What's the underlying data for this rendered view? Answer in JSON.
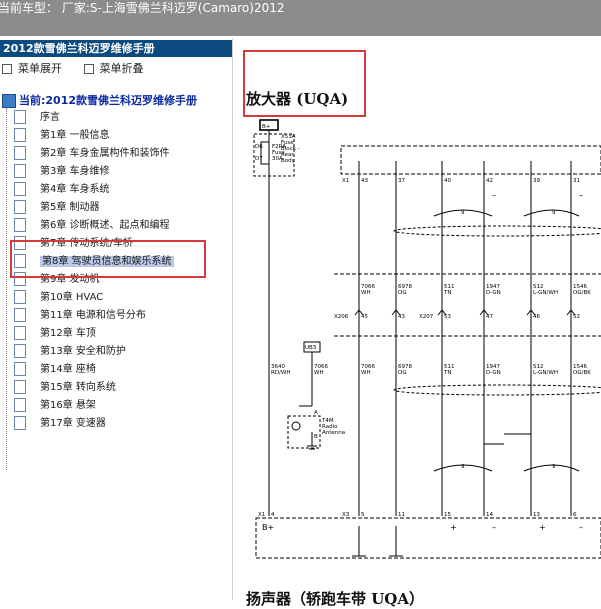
{
  "topbar": {
    "text": "当前车型：  厂家:S-上海雪佛兰科迈罗(Camaro)2012"
  },
  "sidebar": {
    "title": "2012款雪佛兰科迈罗维修手册",
    "expand_label": "菜单展开",
    "collapse_label": "菜单折叠",
    "current_label": "当前:2012款雪佛兰科迈罗维修手册",
    "items": [
      {
        "label": "序言"
      },
      {
        "label": "第1章 一般信息"
      },
      {
        "label": "第2章 车身金属构件和装饰件"
      },
      {
        "label": "第3章 车身维修"
      },
      {
        "label": "第4章 车身系统"
      },
      {
        "label": "第5章 制动器"
      },
      {
        "label": "第6章 诊断概述、起点和编程"
      },
      {
        "label": "第7章 传动系统/车桥"
      },
      {
        "label": "第8章 驾驶员信息和娱乐系统"
      },
      {
        "label": "第9章 发动机"
      },
      {
        "label": "第10章 HVAC"
      },
      {
        "label": "第11章 电源和信号分布"
      },
      {
        "label": "第12章 车顶"
      },
      {
        "label": "第13章 安全和防护"
      },
      {
        "label": "第14章 座椅"
      },
      {
        "label": "第15章 转向系统"
      },
      {
        "label": "第16章 悬架"
      },
      {
        "label": "第17章 变速器"
      }
    ],
    "selected_index": 8
  },
  "content": {
    "heading": "放大器 (UQA)",
    "heading2": "扬声器（轿跑车带 UQA）",
    "diagram": {
      "bplus": "B+",
      "fuse_block": [
        "X53A",
        "Fuse",
        "Block -",
        "Rear",
        "Body"
      ],
      "fuse_pins": [
        "D6",
        "D7"
      ],
      "fuse_text": [
        "F2RA",
        "Fuse",
        "30A"
      ],
      "conn_x1": "X1",
      "conn_x3": "X3",
      "conn_x206": "X206",
      "conn_x207": "X207",
      "top_pins": [
        "43",
        "37",
        "40",
        "42",
        "39",
        "31"
      ],
      "wire_labels_top": [
        {
          "num": "7066",
          "color": "WH"
        },
        {
          "num": "6978",
          "color": "OG"
        },
        {
          "num": "511",
          "color": "TN"
        },
        {
          "num": "1947",
          "color": "D-GN"
        },
        {
          "num": "512",
          "color": "L-GN/WH"
        },
        {
          "num": "1546",
          "color": "OG/BK"
        }
      ],
      "mid_pins": [
        "45",
        "43",
        "53",
        "47",
        "46",
        "52"
      ],
      "wire_left": {
        "num": "3640",
        "color": "RD/WH"
      },
      "ub3": "UB3",
      "antenna": [
        "T4M",
        "Radio",
        "Antenna"
      ],
      "antenna_pins": [
        "A",
        "B"
      ],
      "twist_num": "9",
      "bottom_pins": [
        "4",
        "5",
        "11",
        "15",
        "14",
        "13",
        "6"
      ],
      "marks_plus": "+",
      "marks_minus": "–"
    }
  }
}
